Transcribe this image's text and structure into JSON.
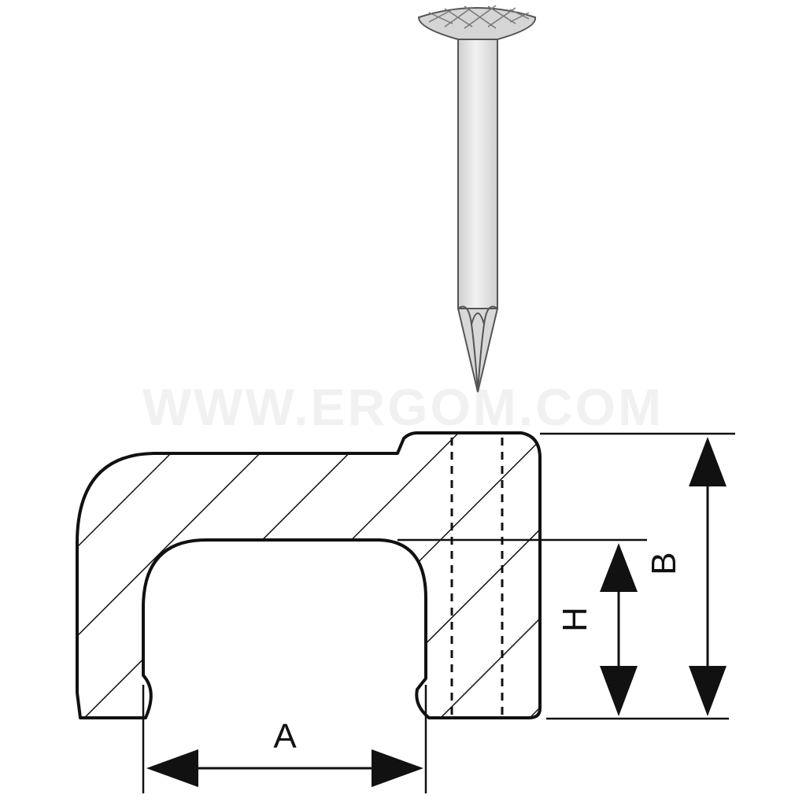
{
  "watermark": "WWW.ERGOM.COM",
  "dimensions": {
    "a": "A",
    "b": "B",
    "h": "H"
  },
  "colors": {
    "stroke": "#111111",
    "nail_fill": "#e3e3e3",
    "watermark": "#f1f1f1"
  }
}
